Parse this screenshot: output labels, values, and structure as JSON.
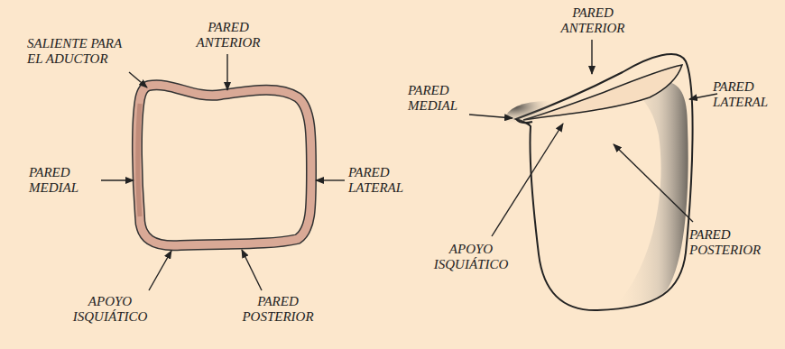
{
  "diagram": {
    "labels": [
      "SALIENTE PARA EL ADUCTOR",
      "PARED ANTERIOR",
      "PARED MEDIAL",
      "PARED LATERAL",
      "APOYO ISQUIÁTICO",
      "PARED POSTERIOR",
      "PARED ANTERIOR",
      "PARED MEDIAL",
      "PARED LATERAL",
      "APOYO ISQUIÁTICO",
      "PARED POSTERIOR"
    ]
  }
}
